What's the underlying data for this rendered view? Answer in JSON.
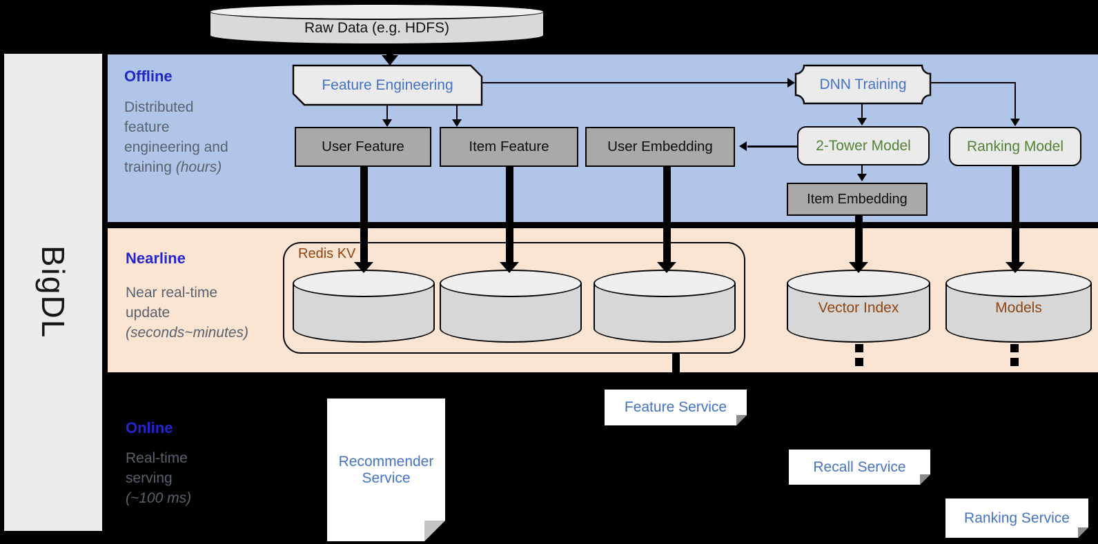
{
  "brand": {
    "label": "BigDL"
  },
  "raw_data": {
    "label": "Raw Data (e.g. HDFS)"
  },
  "sections": {
    "offline": {
      "title": "Offline",
      "caption_lines": [
        "Distributed",
        "feature",
        "engineering and",
        "training"
      ],
      "caption_italic": "(hours)"
    },
    "nearline": {
      "title": "Nearline",
      "caption_lines": [
        "Near real-time",
        "update"
      ],
      "caption_italic": "(seconds~minutes)"
    },
    "online": {
      "title": "Online",
      "caption_lines": [
        "Real-time",
        "serving"
      ],
      "caption_italic": "(~100 ms)"
    }
  },
  "offline_nodes": {
    "feature_engineering": "Feature Engineering",
    "dnn_training": "DNN Training",
    "user_feature": "User Feature",
    "item_feature": "Item Feature",
    "user_embedding": "User Embedding",
    "two_tower_model": "2-Tower Model",
    "ranking_model": "Ranking Model",
    "item_embedding": "Item Embedding"
  },
  "nearline_nodes": {
    "redis_kv": "Redis KV",
    "vector_index": "Vector Index",
    "models": "Models"
  },
  "online_nodes": {
    "recommender_service": "Recommender Service",
    "feature_service": "Feature Service",
    "recall_service": "Recall Service",
    "ranking_service": "Ranking Service"
  },
  "colors": {
    "offline_band": "#B1C5E8",
    "nearline_band": "#FBE5D2",
    "online_band": "#000000",
    "section_title_blue": "#2525CC",
    "caption_gray": "#59616E",
    "node_text_blue": "#4472C4",
    "model_text_green": "#538135",
    "storage_text_brown": "#8E4512",
    "gray_box": "#A9A9A9",
    "light_shape": "#EBEBEB",
    "cylinder_body": "#D7D7D7",
    "sidebar_gray": "#ECECEC"
  }
}
